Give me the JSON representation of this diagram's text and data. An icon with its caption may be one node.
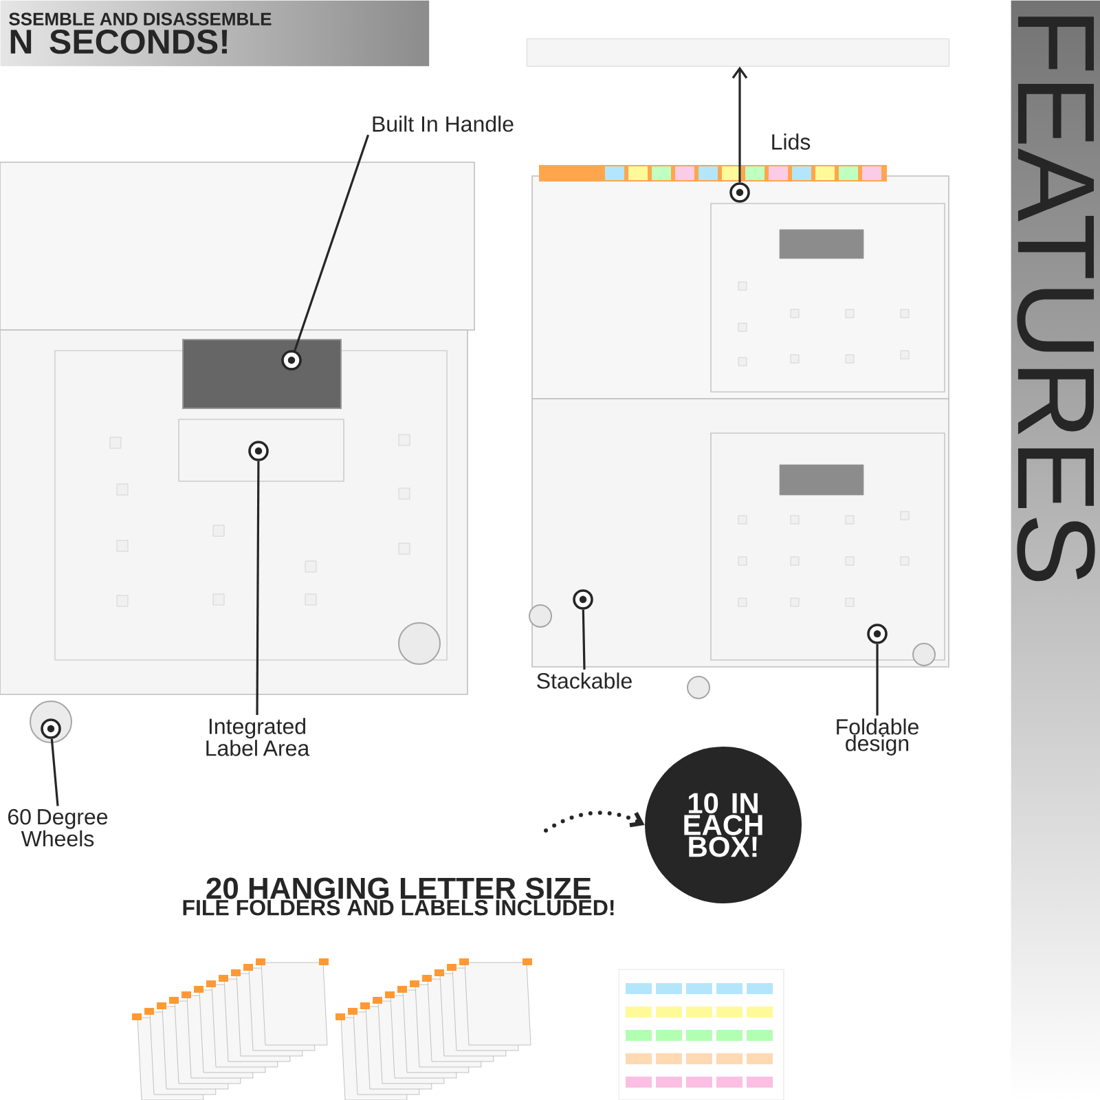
{
  "diagram": {
    "nodes": [
      {
        "text": [
          "SSEMBLE AND DISASSEMBLE",
          "N SECONDS!"
        ]
      },
      {
        "text": [
          "FEATURES"
        ]
      },
      {
        "text": [
          "Built In Handle"
        ]
      },
      {
        "text": [],
        "shape": "circle"
      },
      {
        "text": [
          "Integrated Label Area"
        ]
      },
      {
        "text": [],
        "shape": "circle"
      },
      {
        "text": [
          "60 Degree Wheels"
        ]
      },
      {
        "text": [],
        "shape": "circle"
      },
      {
        "text": [
          "Stackable"
        ]
      },
      {
        "text": [],
        "shape": "circle"
      },
      {
        "text": [
          "Foldable design"
        ]
      },
      {
        "text": [],
        "shape": "circle"
      },
      {
        "text": [],
        "shape": "box"
      },
      {
        "text": [],
        "shape": "circle"
      },
      {
        "text": [
          "20 HANGING LETTER SIZE",
          "FILE FOLDERS AND LABELS INCLUDED!"
        ]
      },
      {
        "text": [
          "10 IN EACH BOX!"
        ]
      }
    ],
    "edges": [
      {
        "from": 2,
        "to": 3,
        "arrow": "none"
      },
      {
        "from": 4,
        "to": 5,
        "arrow": "none"
      },
      {
        "from": 6,
        "to": 7,
        "arrow": "none"
      },
      {
        "from": 8,
        "to": 9,
        "arrow": "none"
      },
      {
        "from": 10,
        "to": 11,
        "arrow": "none"
      },
      {
        "from": 13,
        "to": 12,
        "arrow": "to",
        "label": "Lids"
      },
      {
        "from": 14,
        "to": 15,
        "arrow": "to",
        "style": "dashed"
      }
    ]
  }
}
